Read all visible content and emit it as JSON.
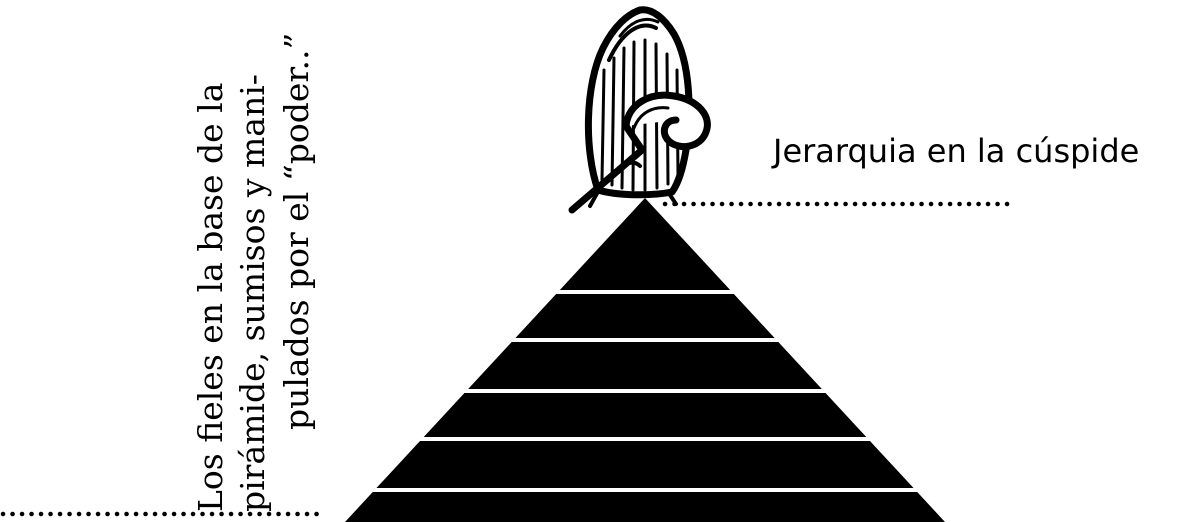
{
  "diagram": {
    "side_label_lines": [
      "Los fieles en la base de la",
      "pirámide, sumisos y mani-",
      "pulados por el “poder..”"
    ],
    "apex_label": "Jerarquia en la cúspide",
    "pyramid_levels": 6,
    "colors": {
      "pyramid_fill": "#000000",
      "separator": "#ffffff",
      "text": "#000000"
    },
    "icons": [
      "mitre-and-crozier-icon"
    ]
  }
}
